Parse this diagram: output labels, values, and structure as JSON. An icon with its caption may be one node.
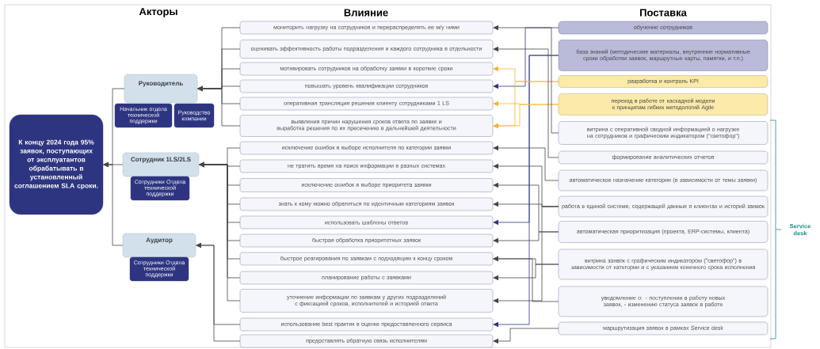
{
  "diagram": {
    "nodes": [
      {
        "text": [
          "К концу 2024 года 95% заявок, поступающих от эксплуатантов обрабатывать в установленный соглашением SLA сроки."
        ]
      },
      {
        "text": [
          "Руководитель"
        ]
      },
      {
        "text": [
          "Начальник отдела технической поддержки"
        ]
      },
      {
        "text": [
          "Руководство компании"
        ]
      },
      {
        "text": [
          "Сотрудник 1LS/2LS"
        ]
      },
      {
        "text": [
          "Сотрудники Отдела технической поддержки"
        ]
      },
      {
        "text": [
          "Аудитор"
        ]
      },
      {
        "text": [
          "Сотрудники Отдела технической поддержки"
        ]
      },
      {
        "text": [
          "мониторить нагрузку на сотрудников и перераспределять ее м/у ними"
        ]
      },
      {
        "text": [
          "оценивать эффективность работы подразделения и каждого сотрудника в отдельности"
        ]
      },
      {
        "text": [
          "мотивировать сотрудников на обработку заявки в короткие сроки"
        ]
      },
      {
        "text": [
          "повышать уровень квалификации сотрудников"
        ]
      },
      {
        "text": [
          "оперативная трансляция решения клиенту сотрудниками 1 LS"
        ]
      },
      {
        "text": [
          "выявления причин нарушения сроков ответа по заявке и выработка решения по их пресечению в дальнейшей деятельности"
        ]
      },
      {
        "text": [
          "исключение ошибок в выборе исполнителя по категории заявки"
        ]
      },
      {
        "text": [
          "не тратить время на поиск информации в разных системах"
        ]
      },
      {
        "text": [
          "исключение ошибок в выборе приоритета заявки"
        ]
      },
      {
        "text": [
          "знать к кому можно обратиться по идентичным категориям заявок"
        ]
      },
      {
        "text": [
          "использовать шаблоны ответов"
        ]
      },
      {
        "text": [
          "быстрая обработка приоритетных заявок"
        ]
      },
      {
        "text": [
          "быстрое реагирования по заявкам с подходящим к концу сроком"
        ]
      },
      {
        "text": [
          "планирование работы с заявками"
        ]
      },
      {
        "text": [
          "уточнение информации по заявкам у других подразделений с фиксацией сроков, исполнителей и историей ответа"
        ]
      },
      {
        "text": [
          "использование best практик в оценке предоставленного сервиса"
        ]
      },
      {
        "text": [
          "предоставлять обратную связь исполнителям"
        ]
      },
      {
        "text": [
          "обучение сотрудников"
        ]
      },
      {
        "text": [
          "база знаний (методические материалы, внутренние нормативные сроки обработки заявок, маршрутные карты, памятки, и т.п.)"
        ]
      },
      {
        "text": [
          "разработка и контроль KPI"
        ]
      },
      {
        "text": [
          "переход в работе от каскадной модели к принципам гибких методологий Agile"
        ]
      },
      {
        "text": [
          "витрина с оперативной сводной информацией о нагрузке на сотрудников и графическим индикатором (\"светофор\")"
        ]
      },
      {
        "text": [
          "формирование аналитических отчетов"
        ]
      },
      {
        "text": [
          "автоматическое назначение категории (в зависимости от темы заявки)"
        ]
      },
      {
        "text": [
          "работа в единой системе, содержащей данные о клиентах и историй заявок"
        ]
      },
      {
        "text": [
          "автоматическая приоритизация (проекта, ERP-системы, клиента)"
        ]
      },
      {
        "text": [
          "витрина заявок с графическим индикатором (\"светофор\") в зависимости от категории и с указанием конечного срока исполнения"
        ]
      },
      {
        "text": [
          "уведомление о: - поступлении в работу новых заявок, - изменению статуса заявок в работе"
        ]
      },
      {
        "text": [
          "маршрутизация заявок в рамках Service desk"
        ]
      }
    ],
    "edges": [
      {
        "from": 1,
        "to": 0,
        "arrow": "to"
      },
      {
        "from": 4,
        "to": 0,
        "arrow": "to"
      },
      {
        "from": 6,
        "to": 0,
        "arrow": "to"
      },
      {
        "from": 8,
        "to": 1,
        "arrow": "to"
      },
      {
        "from": 9,
        "to": 1,
        "arrow": "to"
      },
      {
        "from": 10,
        "to": 1,
        "arrow": "to"
      },
      {
        "from": 11,
        "to": 1,
        "arrow": "to"
      },
      {
        "from": 12,
        "to": 1,
        "arrow": "to"
      },
      {
        "from": 13,
        "to": 1,
        "arrow": "to"
      },
      {
        "from": 14,
        "to": 4,
        "arrow": "to"
      },
      {
        "from": 15,
        "to": 4,
        "arrow": "to"
      },
      {
        "from": 16,
        "to": 4,
        "arrow": "to"
      },
      {
        "from": 17,
        "to": 4,
        "arrow": "to"
      },
      {
        "from": 18,
        "to": 4,
        "arrow": "to"
      },
      {
        "from": 19,
        "to": 4,
        "arrow": "to"
      },
      {
        "from": 20,
        "to": 4,
        "arrow": "to"
      },
      {
        "from": 21,
        "to": 4,
        "arrow": "to"
      },
      {
        "from": 22,
        "to": 4,
        "arrow": "to"
      },
      {
        "from": 23,
        "to": 6,
        "arrow": "to"
      },
      {
        "from": 24,
        "to": 6,
        "arrow": "to"
      },
      {
        "from": 25,
        "to": 11,
        "arrow": "to",
        "color": "#2e3580"
      },
      {
        "from": 26,
        "to": 18,
        "arrow": "to",
        "color": "#2e3580"
      },
      {
        "from": 26,
        "to": 23,
        "arrow": "to",
        "color": "#2e3580"
      },
      {
        "from": 27,
        "to": 10,
        "arrow": "to",
        "color": "#f5b530"
      },
      {
        "from": 27,
        "to": 13,
        "arrow": "to",
        "color": "#f5b530"
      },
      {
        "from": 28,
        "to": 12,
        "arrow": "to",
        "color": "#f5b530"
      },
      {
        "from": 28,
        "to": 13,
        "arrow": "to",
        "color": "#f5b530"
      },
      {
        "from": 29,
        "to": 8,
        "arrow": "to"
      },
      {
        "from": 30,
        "to": 9,
        "arrow": "to"
      },
      {
        "from": 31,
        "to": 14,
        "arrow": "to"
      },
      {
        "from": 32,
        "to": 15,
        "arrow": "to"
      },
      {
        "from": 32,
        "to": 17,
        "arrow": "to"
      },
      {
        "from": 32,
        "to": 22,
        "arrow": "to"
      },
      {
        "from": 33,
        "to": 16,
        "arrow": "to"
      },
      {
        "from": 33,
        "to": 19,
        "arrow": "to"
      },
      {
        "from": 34,
        "to": 20,
        "arrow": "to"
      },
      {
        "from": 34,
        "to": 21,
        "arrow": "to"
      },
      {
        "from": 35,
        "to": 20,
        "arrow": "to"
      },
      {
        "from": 36,
        "to": 24,
        "arrow": "to"
      }
    ],
    "labels": [
      "Акторы",
      "Влияние",
      "Поставка",
      "Service desk"
    ]
  }
}
